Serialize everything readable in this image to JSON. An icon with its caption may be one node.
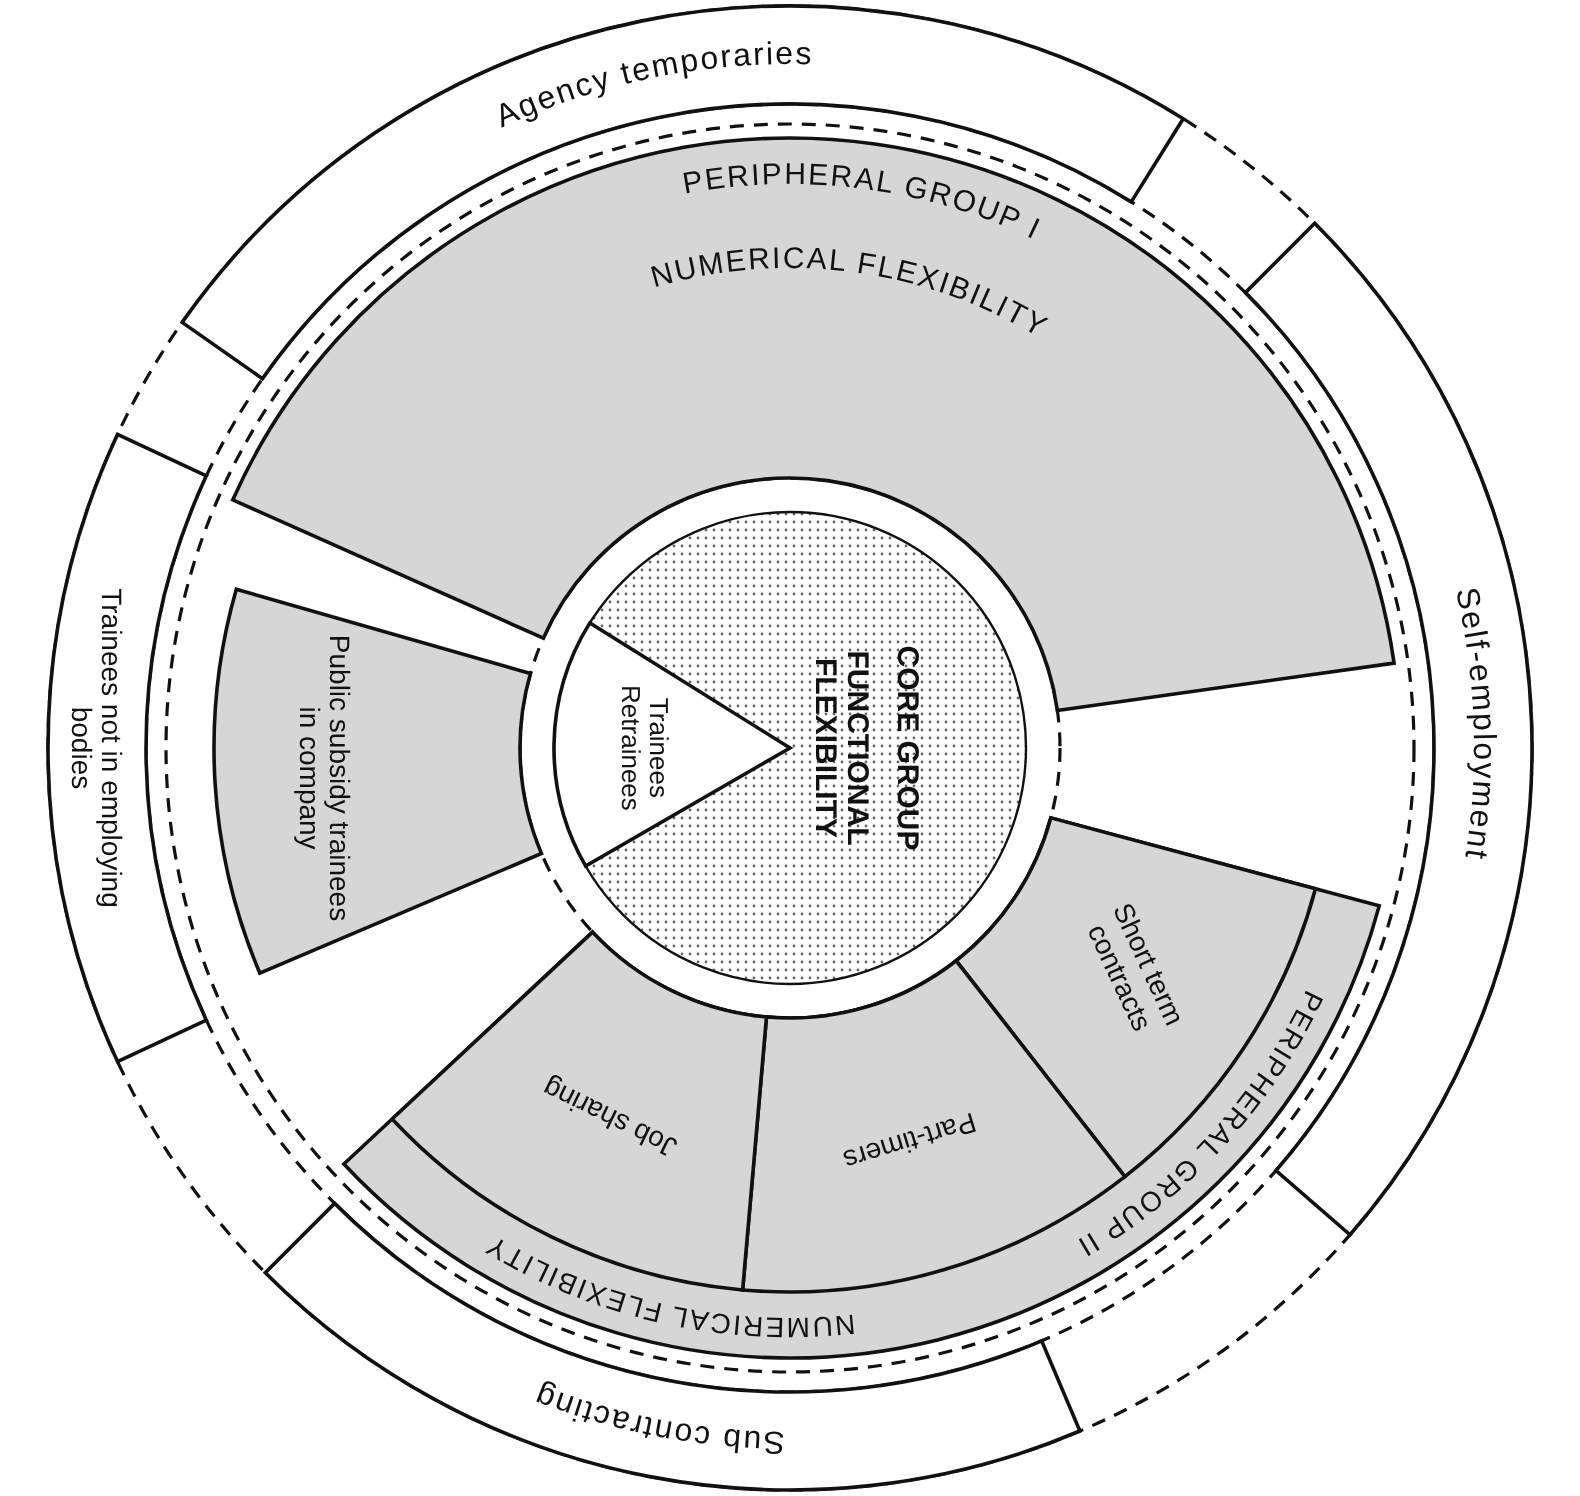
{
  "diagram": {
    "nodes": [
      {
        "text": [
          "Agency temporaries"
        ]
      },
      {
        "text": [
          "Self-employment"
        ]
      },
      {
        "text": [
          "Sub contracting"
        ]
      },
      {
        "text": [
          "Trainees not in employing bodies"
        ]
      },
      {
        "text": [
          "PERIPHERAL GROUP I",
          "NUMERICAL FLEXIBILITY"
        ]
      },
      {
        "text": [
          "Public subsidy trainees in company"
        ]
      },
      {
        "text": [
          "PERIPHERAL GROUP II",
          "NUMERICAL FLEXIBILITY"
        ]
      },
      {
        "text": [
          "Short term contracts"
        ],
        "in": 6
      },
      {
        "text": [
          "Part-timers"
        ],
        "in": 6
      },
      {
        "text": [
          "Job sharing"
        ],
        "in": 6
      },
      {
        "text": [
          "CORE GROUP",
          "FUNCTIONAL FLEXIBILITY"
        ]
      },
      {
        "text": [
          "Trainees Retrainees"
        ],
        "in": 10
      }
    ]
  }
}
